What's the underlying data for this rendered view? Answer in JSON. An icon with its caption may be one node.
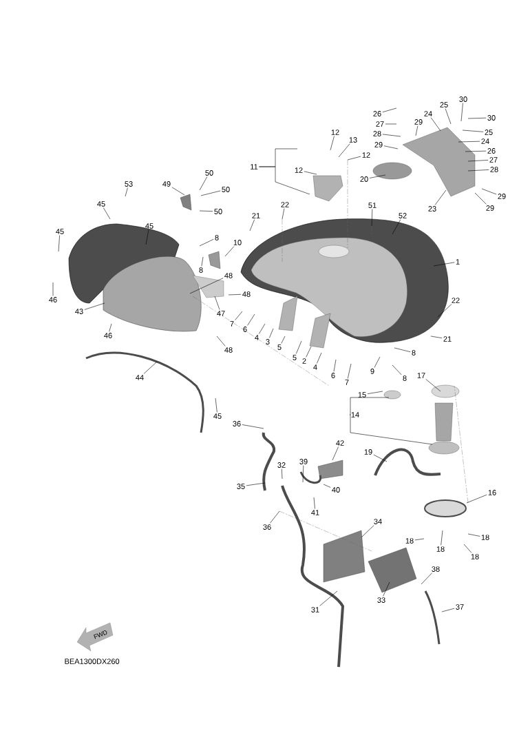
{
  "diagram": {
    "nodes": [
      {
        "text": [
          "30"
        ]
      },
      {
        "text": [
          "26"
        ]
      },
      {
        "text": [
          "24"
        ]
      },
      {
        "text": [
          "25"
        ]
      },
      {
        "text": [
          "30"
        ]
      },
      {
        "text": [
          "27"
        ]
      },
      {
        "text": [
          "29"
        ]
      },
      {
        "text": [
          "12"
        ]
      },
      {
        "text": [
          "25"
        ]
      },
      {
        "text": [
          "28"
        ]
      },
      {
        "text": [
          "13"
        ]
      },
      {
        "text": [
          "24"
        ]
      },
      {
        "text": [
          "29"
        ]
      },
      {
        "text": [
          "26"
        ]
      },
      {
        "text": [
          "12"
        ]
      },
      {
        "text": [
          "27"
        ]
      },
      {
        "text": [
          "11"
        ]
      },
      {
        "text": [
          "12"
        ]
      },
      {
        "text": [
          "28"
        ]
      },
      {
        "text": [
          "50"
        ]
      },
      {
        "text": [
          "20"
        ]
      },
      {
        "text": [
          "53"
        ]
      },
      {
        "text": [
          "49"
        ]
      },
      {
        "text": [
          "50"
        ]
      },
      {
        "text": [
          "29"
        ]
      },
      {
        "text": [
          "45"
        ]
      },
      {
        "text": [
          "22"
        ]
      },
      {
        "text": [
          "51"
        ]
      },
      {
        "text": [
          "29"
        ]
      },
      {
        "text": [
          "23"
        ]
      },
      {
        "text": [
          "50"
        ]
      },
      {
        "text": [
          "21"
        ]
      },
      {
        "text": [
          "52"
        ]
      },
      {
        "text": [
          "45"
        ]
      },
      {
        "text": [
          "45"
        ]
      },
      {
        "text": [
          "8"
        ]
      },
      {
        "text": [
          "10"
        ]
      },
      {
        "text": [
          "1"
        ]
      },
      {
        "text": [
          "8"
        ]
      },
      {
        "text": [
          "48"
        ]
      },
      {
        "text": [
          "48"
        ]
      },
      {
        "text": [
          "46"
        ]
      },
      {
        "text": [
          "22"
        ]
      },
      {
        "text": [
          "47"
        ]
      },
      {
        "text": [
          "43"
        ]
      },
      {
        "text": [
          "7"
        ]
      },
      {
        "text": [
          "6"
        ]
      },
      {
        "text": [
          "46"
        ]
      },
      {
        "text": [
          "4"
        ]
      },
      {
        "text": [
          "21"
        ]
      },
      {
        "text": [
          "3"
        ]
      },
      {
        "text": [
          "5"
        ]
      },
      {
        "text": [
          "48"
        ]
      },
      {
        "text": [
          "8"
        ]
      },
      {
        "text": [
          "5"
        ]
      },
      {
        "text": [
          "2"
        ]
      },
      {
        "text": [
          "4"
        ]
      },
      {
        "text": [
          "9"
        ]
      },
      {
        "text": [
          "6"
        ]
      },
      {
        "text": [
          "17"
        ]
      },
      {
        "text": [
          "8"
        ]
      },
      {
        "text": [
          "44"
        ]
      },
      {
        "text": [
          "7"
        ]
      },
      {
        "text": [
          "15"
        ]
      },
      {
        "text": [
          "14"
        ]
      },
      {
        "text": [
          "45"
        ]
      },
      {
        "text": [
          "36"
        ]
      },
      {
        "text": [
          "42"
        ]
      },
      {
        "text": [
          "19"
        ]
      },
      {
        "text": [
          "39"
        ]
      },
      {
        "text": [
          "32"
        ]
      },
      {
        "text": [
          "35"
        ]
      },
      {
        "text": [
          "40"
        ]
      },
      {
        "text": [
          "16"
        ]
      },
      {
        "text": [
          "41"
        ]
      },
      {
        "text": [
          "34"
        ]
      },
      {
        "text": [
          "36"
        ]
      },
      {
        "text": [
          "18"
        ]
      },
      {
        "text": [
          "18"
        ]
      },
      {
        "text": [
          "18"
        ]
      },
      {
        "text": [
          "18"
        ]
      },
      {
        "text": [
          "38"
        ]
      },
      {
        "text": [
          "33"
        ]
      },
      {
        "text": [
          "37"
        ]
      },
      {
        "text": [
          "31"
        ]
      }
    ],
    "edges": [
      {
        "from": 0,
        "to": null,
        "arrow": "none"
      },
      {
        "from": 1,
        "to": null,
        "arrow": "none"
      },
      {
        "from": 2,
        "to": null,
        "arrow": "none"
      },
      {
        "from": 3,
        "to": null,
        "arrow": "none"
      },
      {
        "from": 4,
        "to": null,
        "arrow": "none"
      },
      {
        "from": 5,
        "to": null,
        "arrow": "none"
      },
      {
        "from": 6,
        "to": null,
        "arrow": "none"
      },
      {
        "from": 7,
        "to": null,
        "arrow": "none"
      },
      {
        "from": 8,
        "to": null,
        "arrow": "none"
      },
      {
        "from": 9,
        "to": null,
        "arrow": "none"
      },
      {
        "from": 10,
        "to": null,
        "arrow": "none"
      },
      {
        "from": 11,
        "to": null,
        "arrow": "none"
      },
      {
        "from": 12,
        "to": null,
        "arrow": "none"
      },
      {
        "from": 13,
        "to": null,
        "arrow": "none"
      },
      {
        "from": 14,
        "to": null,
        "arrow": "none"
      },
      {
        "from": 15,
        "to": null,
        "arrow": "none"
      },
      {
        "from": 16,
        "to": null,
        "arrow": "none"
      },
      {
        "from": 16,
        "to": null,
        "arrow": "none"
      },
      {
        "from": 17,
        "to": null,
        "arrow": "none"
      },
      {
        "from": 18,
        "to": null,
        "arrow": "none"
      },
      {
        "from": 19,
        "to": null,
        "arrow": "none"
      },
      {
        "from": 20,
        "to": null,
        "arrow": "none"
      },
      {
        "from": 21,
        "to": null,
        "arrow": "none"
      },
      {
        "from": 22,
        "to": null,
        "arrow": "none"
      },
      {
        "from": 23,
        "to": null,
        "arrow": "none"
      },
      {
        "from": 24,
        "to": null,
        "arrow": "none"
      },
      {
        "from": 25,
        "to": null,
        "arrow": "none"
      },
      {
        "from": 26,
        "to": null,
        "arrow": "none"
      },
      {
        "from": 27,
        "to": null,
        "arrow": "none"
      },
      {
        "from": 28,
        "to": null,
        "arrow": "none"
      },
      {
        "from": 29,
        "to": null,
        "arrow": "none"
      },
      {
        "from": 30,
        "to": null,
        "arrow": "none"
      },
      {
        "from": 31,
        "to": null,
        "arrow": "none"
      },
      {
        "from": 32,
        "to": null,
        "arrow": "none"
      },
      {
        "from": 33,
        "to": null,
        "arrow": "none"
      },
      {
        "from": 34,
        "to": null,
        "arrow": "none"
      },
      {
        "from": 35,
        "to": null,
        "arrow": "none"
      },
      {
        "from": 36,
        "to": null,
        "arrow": "none"
      },
      {
        "from": 37,
        "to": null,
        "arrow": "none"
      },
      {
        "from": 38,
        "to": null,
        "arrow": "none"
      },
      {
        "from": 39,
        "to": null,
        "arrow": "none"
      },
      {
        "from": 40,
        "to": null,
        "arrow": "none"
      },
      {
        "from": 41,
        "to": null,
        "arrow": "none"
      },
      {
        "from": 42,
        "to": null,
        "arrow": "none"
      },
      {
        "from": 43,
        "to": null,
        "arrow": "none"
      },
      {
        "from": 44,
        "to": null,
        "arrow": "none"
      },
      {
        "from": 45,
        "to": null,
        "arrow": "none"
      },
      {
        "from": 46,
        "to": null,
        "arrow": "none"
      },
      {
        "from": 47,
        "to": null,
        "arrow": "none"
      },
      {
        "from": 48,
        "to": null,
        "arrow": "none"
      },
      {
        "from": 49,
        "to": null,
        "arrow": "none"
      },
      {
        "from": 50,
        "to": null,
        "arrow": "none"
      },
      {
        "from": 51,
        "to": null,
        "arrow": "none"
      },
      {
        "from": 52,
        "to": null,
        "arrow": "none"
      },
      {
        "from": 53,
        "to": null,
        "arrow": "none"
      },
      {
        "from": 54,
        "to": null,
        "arrow": "none"
      },
      {
        "from": 55,
        "to": null,
        "arrow": "none"
      },
      {
        "from": 56,
        "to": null,
        "arrow": "none"
      },
      {
        "from": 57,
        "to": null,
        "arrow": "none"
      },
      {
        "from": 58,
        "to": null,
        "arrow": "none"
      },
      {
        "from": 59,
        "to": null,
        "arrow": "none"
      },
      {
        "from": 60,
        "to": null,
        "arrow": "none"
      },
      {
        "from": 61,
        "to": null,
        "arrow": "none"
      },
      {
        "from": 62,
        "to": null,
        "arrow": "none"
      },
      {
        "from": 63,
        "to": null,
        "arrow": "none"
      },
      {
        "from": 64,
        "to": null,
        "arrow": "none"
      },
      {
        "from": 64,
        "to": null,
        "arrow": "none"
      },
      {
        "from": 65,
        "to": null,
        "arrow": "none"
      },
      {
        "from": 66,
        "to": null,
        "arrow": "none"
      },
      {
        "from": 67,
        "to": null,
        "arrow": "none"
      },
      {
        "from": 68,
        "to": null,
        "arrow": "none"
      },
      {
        "from": 69,
        "to": null,
        "arrow": "none"
      },
      {
        "from": 70,
        "to": null,
        "arrow": "none"
      },
      {
        "from": 71,
        "to": null,
        "arrow": "none"
      },
      {
        "from": 72,
        "to": null,
        "arrow": "none"
      },
      {
        "from": 73,
        "to": null,
        "arrow": "none"
      },
      {
        "from": 74,
        "to": null,
        "arrow": "none"
      },
      {
        "from": 75,
        "to": null,
        "arrow": "none"
      },
      {
        "from": 76,
        "to": null,
        "arrow": "none"
      },
      {
        "from": 77,
        "to": null,
        "arrow": "none"
      },
      {
        "from": 78,
        "to": null,
        "arrow": "none"
      },
      {
        "from": 79,
        "to": null,
        "arrow": "none"
      },
      {
        "from": 80,
        "to": null,
        "arrow": "none"
      },
      {
        "from": 81,
        "to": null,
        "arrow": "none"
      },
      {
        "from": 82,
        "to": null,
        "arrow": "none"
      },
      {
        "from": 83,
        "to": null,
        "arrow": "none"
      },
      {
        "from": 84,
        "to": null,
        "arrow": "none"
      }
    ],
    "labels": [
      "FWD",
      "BEA1300DX260"
    ]
  }
}
